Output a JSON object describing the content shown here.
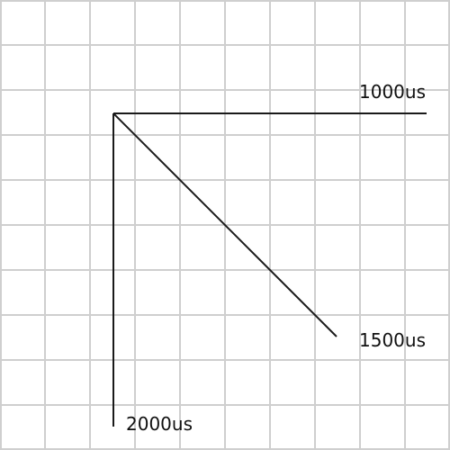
{
  "labels": {
    "horizontal": "1000us",
    "diagonal": "1500us",
    "vertical": "2000us"
  },
  "colors": {
    "grid": "#cfcfcf",
    "line": "#1a1a1a",
    "text": "#111111",
    "background": "#ffffff"
  }
}
